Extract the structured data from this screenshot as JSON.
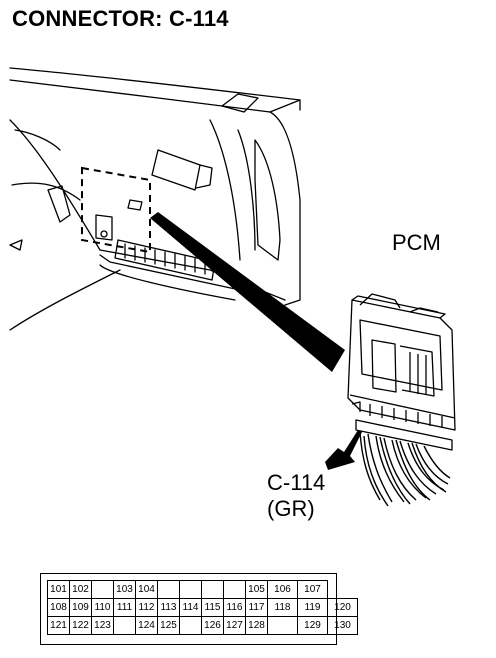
{
  "title": "CONNECTOR: C-114",
  "labels": {
    "pcm": "PCM",
    "connector_id": "C-114",
    "connector_color": "(GR)"
  },
  "pin_rows": [
    [
      "101",
      "102",
      "",
      "103",
      "104",
      "",
      "",
      "",
      "",
      "105",
      "106",
      "107"
    ],
    [
      "108",
      "109",
      "110",
      "111",
      "112",
      "113",
      "114",
      "115",
      "116",
      "117",
      "118",
      "119",
      "120"
    ],
    [
      "121",
      "122",
      "123",
      "",
      "124",
      "125",
      "",
      "126",
      "127",
      "128",
      "",
      "129",
      "130"
    ]
  ]
}
